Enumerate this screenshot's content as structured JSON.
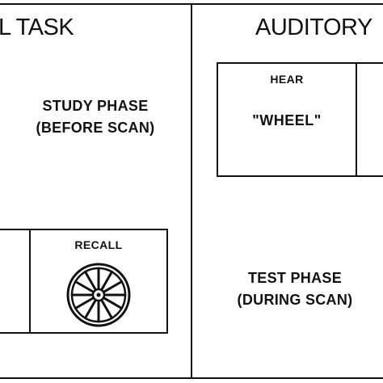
{
  "left_panel": {
    "title": "L TASK",
    "phase_line1": "STUDY PHASE",
    "phase_line2": "(BEFORE SCAN)",
    "recall_box": {
      "label": "RECALL",
      "image": "wagon-wheel-icon"
    }
  },
  "right_panel": {
    "title": "AUDITORY",
    "hear_box": {
      "label": "HEAR",
      "word": "\"WHEEL\""
    },
    "phase_line1": "TEST PHASE",
    "phase_line2": "(DURING SCAN)"
  },
  "colors": {
    "ink": "#111111",
    "background": "#ffffff"
  }
}
